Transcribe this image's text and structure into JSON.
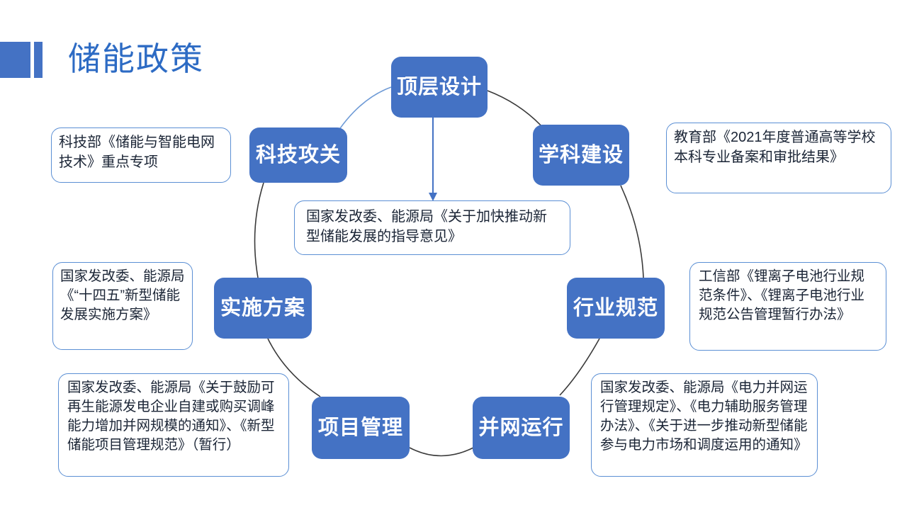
{
  "slide": {
    "title": "储能政策",
    "title_color": "#2D6BC4",
    "accent_color": "#4472C4",
    "box_border_color": "#5B8FD4",
    "box_text_color": "#1B2536",
    "background": "#ffffff"
  },
  "nodes": [
    {
      "id": "top-design",
      "label": "顶层设计"
    },
    {
      "id": "discipline",
      "label": "学科建设"
    },
    {
      "id": "industry-standard",
      "label": "行业规范"
    },
    {
      "id": "grid-operation",
      "label": "并网运行"
    },
    {
      "id": "project-mgmt",
      "label": "项目管理"
    },
    {
      "id": "impl-plan",
      "label": "实施方案"
    },
    {
      "id": "tech-research",
      "label": "科技攻关"
    }
  ],
  "callouts": [
    {
      "id": "tech-research-note",
      "text": "科技部《储能与智能电网技术》重点专项"
    },
    {
      "id": "discipline-note",
      "text": "教育部《2021年度普通高等学校本科专业备案和审批结果》"
    },
    {
      "id": "top-design-note",
      "text": "国家发改委、能源局《关于加快推动新型储能发展的指导意见》"
    },
    {
      "id": "impl-plan-note",
      "text": "国家发改委、能源局《“十四五”新型储能发展实施方案》"
    },
    {
      "id": "industry-standard-note",
      "text": "工信部《锂离子电池行业规范条件》、《锂离子电池行业规范公告管理暂行办法》"
    },
    {
      "id": "project-mgmt-note",
      "text": "国家发改委、能源局《关于鼓励可再生能源发电企业自建或购买调峰能力增加并网规模的通知》、《新型储能项目管理规范》（暂行）"
    },
    {
      "id": "grid-operation-note",
      "text": "国家发改委、能源局《电力并网运行管理规定》、《电力辅助服务管理办法》、《关于进一步推动新型储能参与电力市场和调度运用的通知》"
    }
  ],
  "chart_data": {
    "type": "diagram",
    "title": "储能政策",
    "layout": "radial-cycle",
    "center_annotation": "国家发改委、能源局《关于加快推动新型储能发展的指导意见》",
    "nodes": [
      "顶层设计",
      "学科建设",
      "行业规范",
      "并网运行",
      "项目管理",
      "实施方案",
      "科技攻关"
    ],
    "edges": [
      {
        "from": "科技攻关",
        "to": "顶层设计",
        "style": "arc-blue"
      },
      {
        "from": "顶层设计",
        "to": "学科建设",
        "style": "arc-dark"
      },
      {
        "from": "学科建设",
        "to": "行业规范",
        "style": "arc-dark"
      },
      {
        "from": "行业规范",
        "to": "并网运行",
        "style": "arc-dark"
      },
      {
        "from": "并网运行",
        "to": "项目管理",
        "style": "arc-dark"
      },
      {
        "from": "项目管理",
        "to": "实施方案",
        "style": "arc-dark"
      },
      {
        "from": "实施方案",
        "to": "科技攻关",
        "style": "arc-dark"
      },
      {
        "from": "顶层设计",
        "to": "中心说明",
        "style": "arrow-blue"
      }
    ]
  }
}
